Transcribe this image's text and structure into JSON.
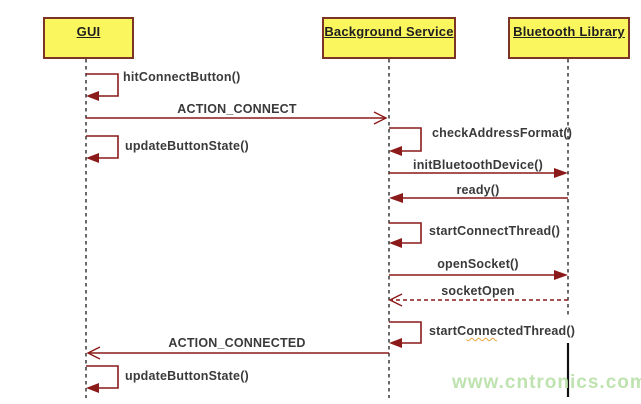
{
  "diagram": {
    "type": "uml-sequence",
    "actors": [
      {
        "name": "GUI"
      },
      {
        "name": "Background Service"
      },
      {
        "name": "Bluetooth Library"
      }
    ],
    "messages": [
      {
        "label": "hitConnectButton()",
        "type": "self",
        "actor": "GUI"
      },
      {
        "label": "ACTION_CONNECT",
        "type": "async-open",
        "from": "GUI",
        "to": "Background Service"
      },
      {
        "label": "updateButtonState()",
        "type": "self",
        "actor": "GUI"
      },
      {
        "label": "checkAddressFormat()",
        "type": "self",
        "actor": "Background Service"
      },
      {
        "label": "initBluetoothDevice()",
        "type": "sync-filled",
        "from": "Background Service",
        "to": "Bluetooth Library"
      },
      {
        "label": "ready()",
        "type": "sync-filled",
        "from": "Bluetooth Library",
        "to": "Background Service"
      },
      {
        "label": "startConnectThread()",
        "type": "self",
        "actor": "Background Service"
      },
      {
        "label": "openSocket()",
        "type": "sync-filled",
        "from": "Background Service",
        "to": "Bluetooth Library"
      },
      {
        "label": "socketOpen",
        "type": "return-dashed",
        "from": "Bluetooth Library",
        "to": "Background Service"
      },
      {
        "label": "startConnectedThread()",
        "type": "self",
        "actor": "Background Service",
        "label_parts": {
          "pre": "startC",
          "squiggle": "onne",
          "post": "ctedThread()"
        }
      },
      {
        "label": "ACTION_CONNECTED",
        "type": "async-open",
        "from": "Background Service",
        "to": "GUI"
      },
      {
        "label": "updateButtonState()",
        "type": "self",
        "actor": "GUI"
      }
    ],
    "watermark": "www.cntronics.com",
    "colors": {
      "actor_fill": "#FAF75E",
      "actor_border": "#7B3425",
      "message_line": "#8B1A1A",
      "lifeline": "#2B2B2B",
      "label_text": "#3A3A3A",
      "watermark": "#BFE3B0",
      "squiggle": "#E8A33D",
      "cursor_line": "#111111"
    }
  }
}
